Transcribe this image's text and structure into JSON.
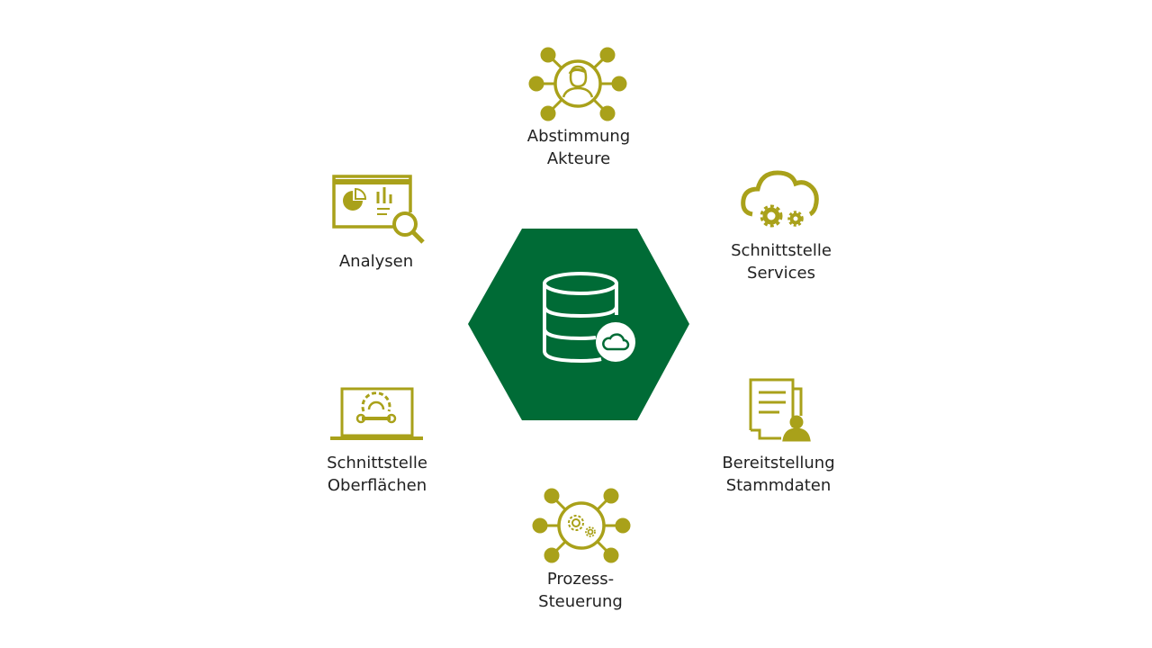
{
  "colors": {
    "center": "#006b36",
    "accent": "#a9a11a",
    "text": "#222222"
  },
  "center": {
    "icon": "database-cloud-icon"
  },
  "nodes": [
    {
      "id": "abstimmung",
      "lines": [
        "Abstimmung",
        "Akteure"
      ],
      "icon": "network-person-icon"
    },
    {
      "id": "services",
      "lines": [
        "Schnittstelle",
        "Services"
      ],
      "icon": "cloud-gears-icon"
    },
    {
      "id": "stammdaten",
      "lines": [
        "Bereitstellung",
        "Stammdaten"
      ],
      "icon": "document-user-icon"
    },
    {
      "id": "prozess",
      "lines": [
        "Prozess-",
        "Steuerung"
      ],
      "icon": "network-gears-icon"
    },
    {
      "id": "oberflaechen",
      "lines": [
        "Schnittstelle",
        "Oberflächen"
      ],
      "icon": "laptop-tools-icon"
    },
    {
      "id": "analysen",
      "lines": [
        "Analysen"
      ],
      "icon": "dashboard-search-icon"
    }
  ]
}
